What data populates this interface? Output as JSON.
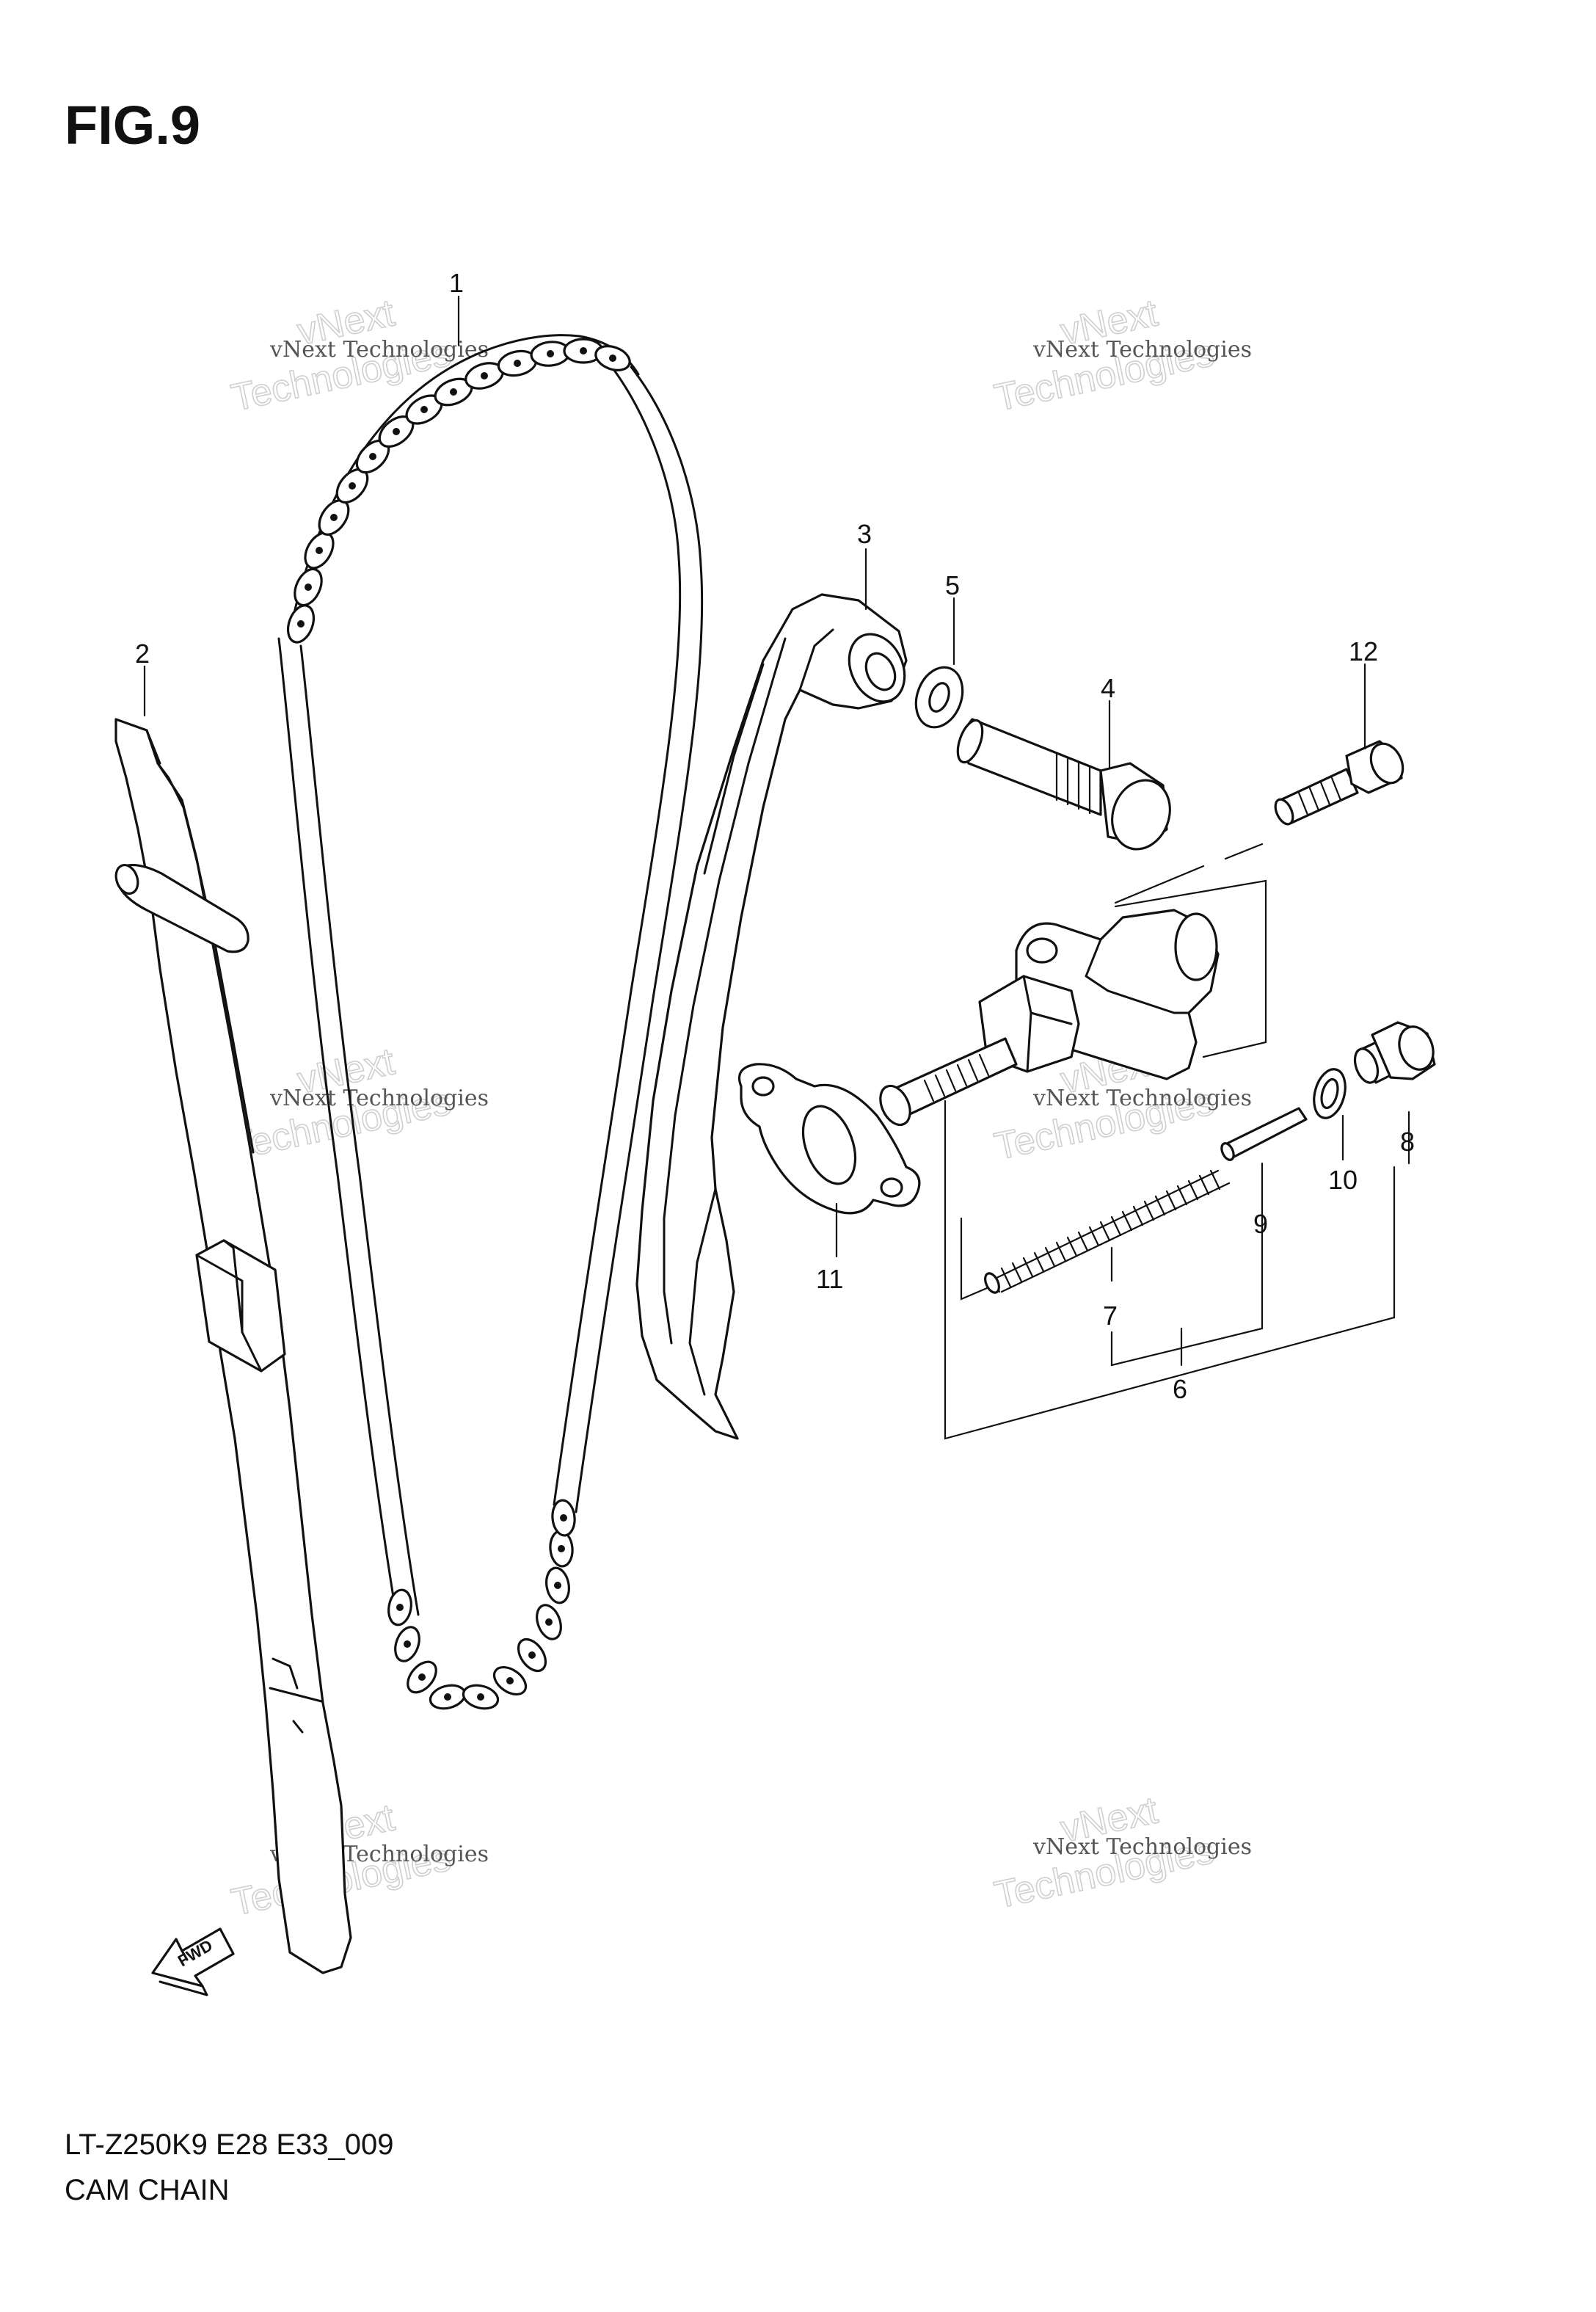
{
  "figure": {
    "title": "FIG.9",
    "model_code": "LT-Z250K9 E28 E33_009",
    "section_name": "CAM CHAIN"
  },
  "callouts": [
    "1",
    "2",
    "3",
    "4",
    "5",
    "6",
    "7",
    "8",
    "9",
    "10",
    "11",
    "12"
  ],
  "watermark": {
    "small": "vNext Technologies",
    "big_line1": "vNext",
    "big_line2": "Technologies"
  },
  "forward_arrow": {
    "label": "FWD"
  }
}
